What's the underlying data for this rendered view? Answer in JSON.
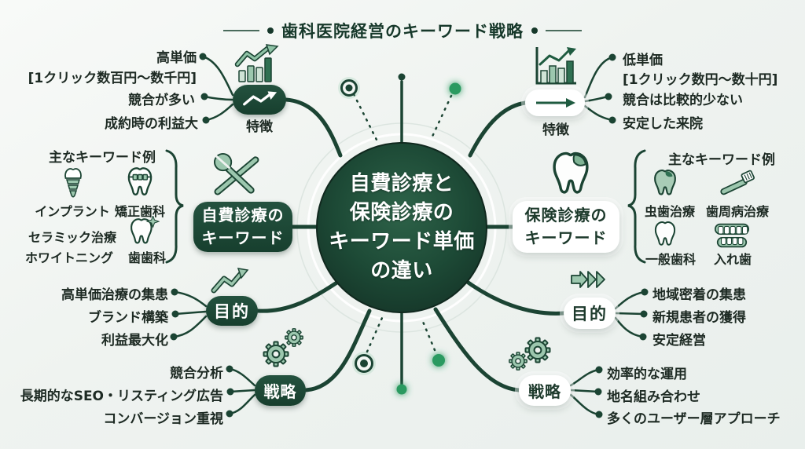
{
  "title": "歯科医院経営のキーワード戦略",
  "center": {
    "lines": [
      "自費診療と",
      "保険診療の",
      "キーワード単価",
      "の違い"
    ]
  },
  "branches": {
    "left_features": {
      "node_label": "特徴",
      "items": [
        {
          "text": "高単価",
          "sub": "[1クリック数百円〜数千円]"
        },
        {
          "text": "競合が多い"
        },
        {
          "text": "成約時の利益大"
        }
      ]
    },
    "left_keywords": {
      "node_line1": "自費診療の",
      "node_line2": "キーワード",
      "list_header": "主なキーワード例",
      "keywords": [
        {
          "label": "インプラント",
          "icon": "implant-icon"
        },
        {
          "label": "矯正歯科",
          "icon": "braces-tooth-icon"
        },
        {
          "label": "セラミック治療"
        },
        {
          "label": "ホワイトニング"
        },
        {
          "label": "歯歯科",
          "icon": "sparkle-tooth-icon"
        }
      ]
    },
    "left_purpose": {
      "node_label": "目的",
      "items": [
        "高単価治療の集患",
        "ブランド構築",
        "利益最大化"
      ]
    },
    "left_strategy": {
      "node_label": "戦略",
      "items": [
        "競合分析",
        "長期的なSEO・リスティング広告",
        "コンバージョン重視"
      ]
    },
    "right_features": {
      "node_label": "特徴",
      "items": [
        {
          "text": "低単価",
          "sub": "[1クリック数円〜数十円]"
        },
        {
          "text": "競合は比較的少ない"
        },
        {
          "text": "安定した来院"
        }
      ]
    },
    "right_keywords": {
      "node_line1": "保険診療の",
      "node_line2": "キーワード",
      "list_header": "主なキーワード例",
      "keywords": [
        {
          "label": "虫歯治療",
          "icon": "cavity-tooth-icon"
        },
        {
          "label": "歯周病治療",
          "icon": "toothbrush-icon"
        },
        {
          "label": "一般歯科",
          "icon": "tooth-icon"
        },
        {
          "label": "入れ歯",
          "icon": "dentures-icon"
        }
      ]
    },
    "right_purpose": {
      "node_label": "目的",
      "items": [
        "地域密着の集患",
        "新規患者の獲得",
        "安定経営"
      ]
    },
    "right_strategy": {
      "node_label": "戦略",
      "items": [
        "効率的な運用",
        "地名組み合わせ",
        "多くのユーザー層アプローチ"
      ]
    }
  },
  "colors": {
    "dark_green": "#1b4433",
    "deep_green": "#16382a",
    "accent_green": "#2c9a60",
    "light_green": "#9cc7ae",
    "pale_green": "#cfe3d6",
    "background": "#eef2ef",
    "text_dark": "#1d2a23"
  }
}
